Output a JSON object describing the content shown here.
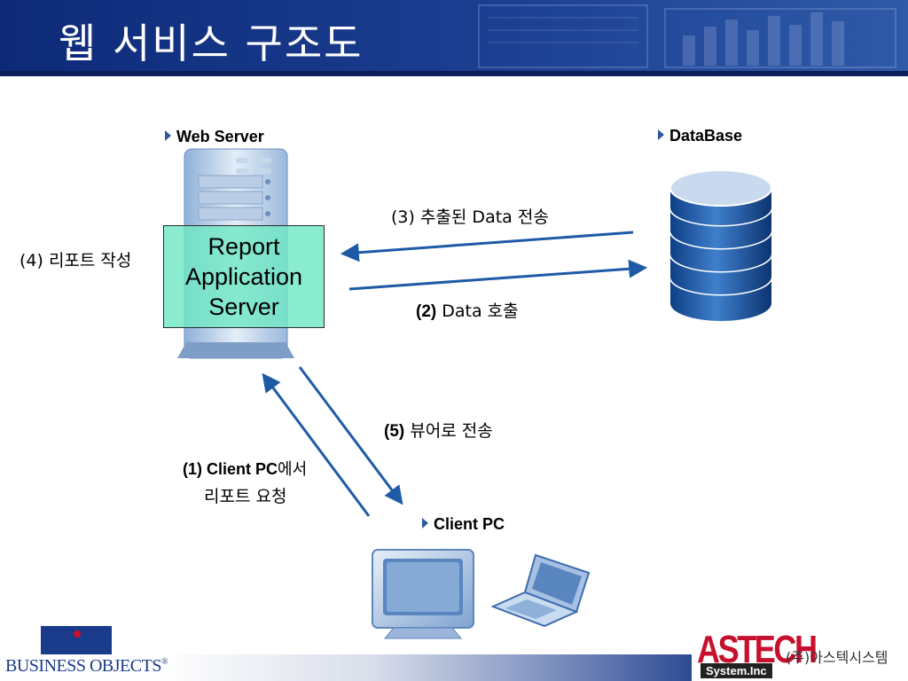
{
  "slide": {
    "title": "웹 서비스 구조도"
  },
  "nodes": {
    "web_server": "Web Server",
    "database": "DataBase",
    "client_pc": "Client PC",
    "report_server": [
      "Report",
      "Application",
      "Server"
    ]
  },
  "steps": {
    "step1_line1_num": "(1) Client PC",
    "step1_line1_text": "에서",
    "step1_line2": "리포트 요청",
    "step2_num": "(2)",
    "step2_text": "Data 호출",
    "step3": "(3) 추출된 Data 전송",
    "step4": "(4) 리포트 작성",
    "step5_num": "(5)",
    "step5_text": "뷰어로 전송"
  },
  "footer": {
    "left_logo": "BUSINESS OBJECTS",
    "left_logo_mark": "®",
    "right_logo": "ASTECH",
    "right_logo_sub": "System.Inc",
    "right_logo_ko": "(주)아스텍시스템"
  },
  "colors": {
    "header": "#1c3f92",
    "arrow": "#1f5aa6",
    "highlight_box": "#70e8c4",
    "logo_red": "#c8102e"
  }
}
